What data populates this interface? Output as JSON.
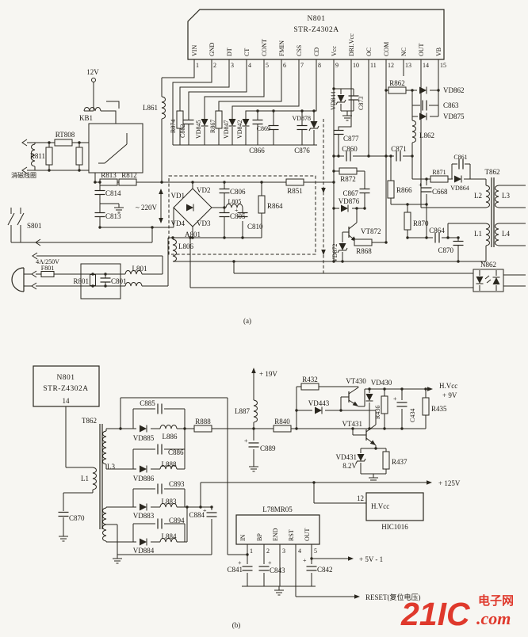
{
  "a": {
    "ic": {
      "ref": "N801",
      "part": "STR-Z4302A"
    },
    "pins": [
      {
        "n": "1",
        "name": "VIN"
      },
      {
        "n": "2",
        "name": "GND"
      },
      {
        "n": "3",
        "name": "DT"
      },
      {
        "n": "4",
        "name": "CT"
      },
      {
        "n": "5",
        "name": "CONT"
      },
      {
        "n": "6",
        "name": "FMIN"
      },
      {
        "n": "7",
        "name": "CSS"
      },
      {
        "n": "8",
        "name": "CD"
      },
      {
        "n": "9",
        "name": "Vcc"
      },
      {
        "n": "10",
        "name": "DRI.Vcc"
      },
      {
        "n": "11",
        "name": "OC"
      },
      {
        "n": "12",
        "name": "COM"
      },
      {
        "n": "13",
        "name": "NC"
      },
      {
        "n": "14",
        "name": "OUT"
      },
      {
        "n": "15",
        "name": "VB"
      }
    ],
    "lbl": {
      "v12": "12V",
      "kb1": "KB1",
      "l861": "L861",
      "rt808": "RT808",
      "r811": "R811",
      "degauss": "消磁线圈",
      "r813": "R813",
      "r812": "R812",
      "c814": "C814",
      "c813": "C813",
      "s801": "S801",
      "v220": "~ 220V",
      "vd1": "VD1",
      "vd2": "VD2",
      "vd3": "VD3",
      "vd4": "VD4",
      "a801": "A801",
      "c806": "C806",
      "c805": "C805",
      "l805": "L805",
      "c810": "C810",
      "l806": "L806",
      "frate": "4A/250V",
      "f801": "F801",
      "r801": "R801",
      "c801": "C801",
      "l801": "L801",
      "r874": "R874",
      "c862": "C862",
      "vd845": "VD845",
      "r867": "R867",
      "vd847": "VD847",
      "vd842": "VD842",
      "c866": "C866",
      "c869": "C869",
      "vd878": "VD878",
      "c876": "C876",
      "vd844": "VD844",
      "c873": "C873",
      "r862": "R862",
      "vd862": "VD862",
      "c863": "C863",
      "vd875": "VD875",
      "l862": "L862",
      "c877": "C877",
      "c860": "C860",
      "c871": "C871",
      "r872": "R872",
      "c867": "C867",
      "r866": "R866",
      "vd876": "VD876",
      "vt872": "VT872",
      "vd872": "VD872",
      "r868": "R868",
      "r851": "R851",
      "r864": "R864",
      "c861": "C861",
      "r871": "R871",
      "vd864": "VD864",
      "c668": "C668",
      "r870": "R870",
      "c864": "C864",
      "c870": "C870",
      "t862": "T862",
      "l1": "L1",
      "l2": "L2",
      "l3": "L3",
      "l4": "L4",
      "n862": "N862"
    },
    "caption": "(a)"
  },
  "b": {
    "ic": {
      "ref": "N801",
      "part": "STR-Z4302A",
      "pin": "14"
    },
    "reg": {
      "name": "L78MR05",
      "pins": [
        {
          "n": "1",
          "name": "IN"
        },
        {
          "n": "2",
          "name": "BP"
        },
        {
          "n": "3",
          "name": "END"
        },
        {
          "n": "4",
          "name": "RST"
        },
        {
          "n": "5",
          "name": "OUT"
        }
      ]
    },
    "hic": {
      "pin": "12",
      "vcc": "H.Vcc",
      "name": "HIC1016"
    },
    "lbl": {
      "t862": "T862",
      "l3": "L3",
      "l1": "L1",
      "c870": "C870",
      "c885": "C885",
      "vd885": "VD885",
      "l886": "L886",
      "c886": "C886",
      "vd886": "VD886",
      "l888": "L888",
      "r888": "R888",
      "c893": "C893",
      "l883": "L883",
      "vd883": "VD883",
      "c894": "C894",
      "l884": "L884",
      "vd884": "VD884",
      "c884": "C884",
      "v19": "+ 19V",
      "l887": "L887",
      "r840": "R840",
      "c889": "C889",
      "r432": "R432",
      "vt430": "VT430",
      "vd443": "VD443",
      "vt431": "VT431",
      "vd431": "VD431",
      "vd431v": "8.2V",
      "vd430": "VD430",
      "r436": "R436",
      "c434": "C434",
      "r435": "R435",
      "r437": "R437",
      "hvcc": "H.Vcc",
      "v9": "+ 9V",
      "v125": "+ 125V",
      "c841": "C841",
      "c843": "C843",
      "c842": "C842",
      "v5": "+ 5V - 1",
      "reset": "RESET(复位电压)"
    },
    "caption": "(b)"
  },
  "plus": "+",
  "watermark": {
    "big": "21IC",
    "cn": "电子网",
    "com": ".com",
    "color": "#df392c"
  }
}
